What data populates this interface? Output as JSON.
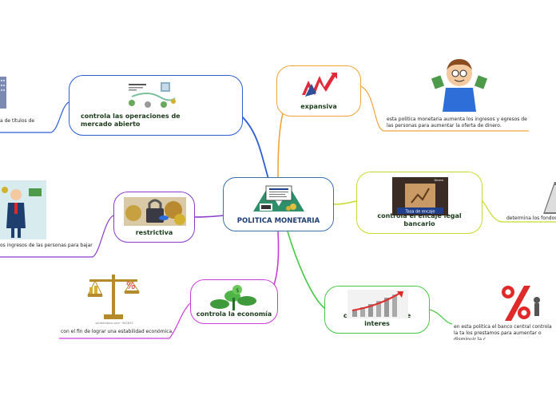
{
  "center": {
    "title": "POLITICA MONETARIA"
  },
  "branches": {
    "expansiva": {
      "label": "expansiva",
      "note": "esta politica monetaria aumenta los ingresos y egresos de las personas para aumentar la oferta de dinero.",
      "color": "#f2a338"
    },
    "encaje": {
      "label": "controla el encaje legal bancario",
      "note": "determina los fondos",
      "picture_caption": "Tasa de encaje",
      "picture_corner": "Dinero",
      "color": "#c9da2a"
    },
    "tasa": {
      "label": "controla la tasa de interes",
      "note": "en esta politica el banco central controla la ta los prestamos para aumentar o disminuir la c",
      "color": "#44c944"
    },
    "economia": {
      "label": "controla la economía",
      "note": "con el fin de lograr una estabilidad económica.",
      "picture_caption": "shutterstock.com · 9K1833",
      "color": "#cc3adb"
    },
    "restrictiva": {
      "label": "restrictiva",
      "note": "os ingresos de las personas para bajar",
      "color": "#8a3bcc"
    },
    "mercado": {
      "label": "controla las operaciones de mercado abierto",
      "note": "a de títulos de",
      "color": "#2c5cd6"
    }
  },
  "icons": {
    "center": "bank-balance-icon",
    "expansiva": "rising-arrow-icon",
    "encaje": "money-box-icon",
    "tasa": "growth-bars-icon",
    "economia": "money-plant-icon",
    "restrictiva": "locked-coins-icon",
    "mercado": "market-flow-icon"
  }
}
